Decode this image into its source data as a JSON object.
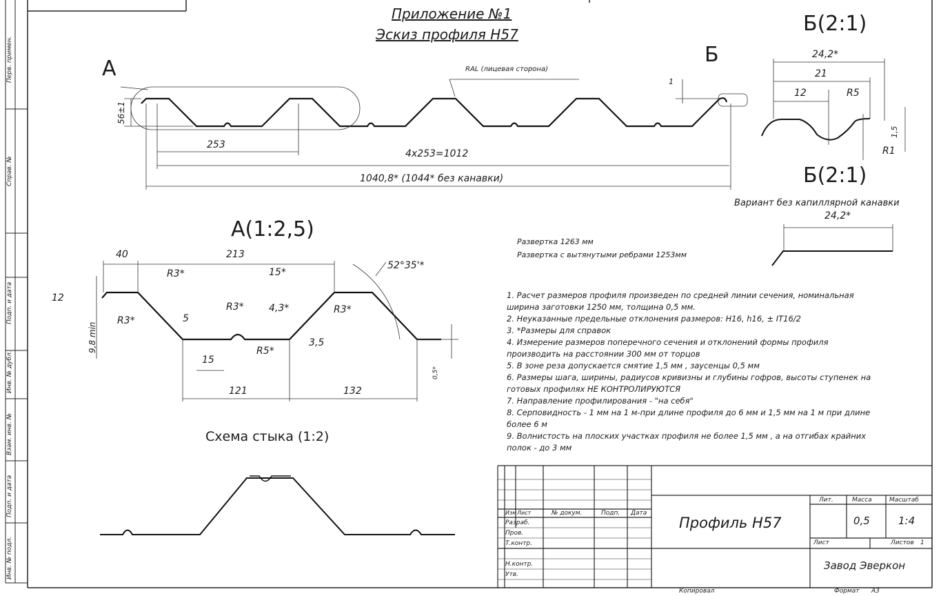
{
  "header": {
    "title_line1": "Приложение №1",
    "title_line2": "Эскиз профиля Н57"
  },
  "main_profile": {
    "view_label_a": "А",
    "view_label_b": "Б",
    "ral_note": "RAL (лицевая сторона)",
    "height_dim": "56±1",
    "pitch_dim": "253",
    "total_pitch_dim": "4х253=1012",
    "overall_width_dim": "1040,8* (1044* без канавки)",
    "edge_dim": "1"
  },
  "detail_a": {
    "title": "А(1:2,5)",
    "dims": [
      "40",
      "213",
      "12",
      "R3*",
      "R3*",
      "9,8 min",
      "5",
      "R3*",
      "15",
      "R5*",
      "15*",
      "4,3*",
      "R3*",
      "3,5",
      "52°35'*",
      "121",
      "132",
      "0,5*"
    ]
  },
  "detail_b": {
    "title": "Б(2:1)",
    "dims": [
      "24,2*",
      "21",
      "12",
      "R5",
      "R1",
      "1,5"
    ]
  },
  "detail_b_variant": {
    "title": "Б(2:1)",
    "subtitle": "Вариант без капиллярной канавки",
    "dim": "24,2*"
  },
  "joint_scheme": {
    "title": "Схема стыка (1:2)"
  },
  "unfold": {
    "line1": "Развертка 1263 мм",
    "line2": "Развертка с вытянутыми ребрами 1253мм"
  },
  "notes": [
    "1. Расчет размеров профиля произведен по средней линии сечения, номинальная",
    "ширина заготовки 1250 мм, толщина 0,5 мм.",
    "2. Неуказанные предельные отклонения размеров: Н16, h16, ± IT16/2",
    "3. *Размеры для справок",
    "4. Измерение размеров поперечного сечения и отклонений формы профиля",
    "производить на расстоянии 300 мм от торцов",
    "5. В зоне реза допускается смятие 1,5 мм , заусенцы 0,5 мм",
    "6. Размеры шага, ширины, радиусов кривизны и глубины гофров, высоты ступенек на",
    "готовых профилях НЕ КОНТРОЛИРУЮТСЯ",
    "7. Направление профилирования - \"на себя\"",
    "8. Серповидность - 1 мм на 1 м-при длине профиля до 6 мм и 1,5 мм на 1 м при длине",
    "более 6 м",
    "9. Волнистость на плоских участках профиля не более 1,5 мм , а на отгибах крайних",
    "полок - до 3 мм"
  ],
  "title_block": {
    "headers": [
      "Изм",
      "Лист",
      "№ докум.",
      "Подп.",
      "Дата"
    ],
    "roles": [
      "Разраб.",
      "Пров.",
      "Т.контр.",
      "Н.контр.",
      "Утв."
    ],
    "document_name": "Профиль Н57",
    "lit_label": "Лит.",
    "mass_label": "Масса",
    "scale_label": "Масштаб",
    "mass_value": "0,5",
    "scale_value": "1:4",
    "sheet_label": "Лист",
    "sheets_label": "Листов",
    "sheets_value": "1",
    "organization": "Завод Эверкон",
    "copied_label": "Копировал",
    "format_label": "Формат",
    "format_value": "А3"
  },
  "side_strip": [
    "Перв. примен.",
    "Справ. №",
    "Подп. и дата",
    "Инв. № дубл.",
    "Взам. инв. №",
    "Подп. и дата",
    "Инв. № подл."
  ]
}
